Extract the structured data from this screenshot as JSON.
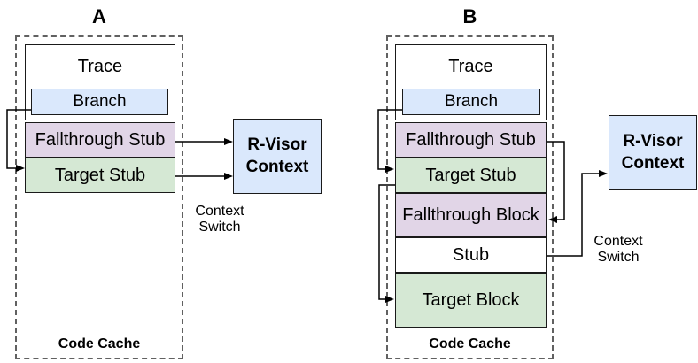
{
  "colors": {
    "blue_fill": "#dae8fc",
    "purple_fill": "#e1d5e7",
    "green_fill": "#d5e8d4",
    "white_fill": "#ffffff",
    "box_border": "#1a1a1a",
    "dashed_border": "#616161",
    "arrow": "#000000",
    "background": "#ffffff"
  },
  "diagram_a": {
    "title": "A",
    "code_cache_label": "Code Cache",
    "blocks": {
      "trace": "Trace",
      "branch": "Branch",
      "fallthrough_stub": "Fallthrough Stub",
      "target_stub": "Target Stub"
    },
    "rvisor_label": "R-Visor Context",
    "context_switch_label": "Context Switch"
  },
  "diagram_b": {
    "title": "B",
    "code_cache_label": "Code Cache",
    "blocks": {
      "trace": "Trace",
      "branch": "Branch",
      "fallthrough_stub": "Fallthrough Stub",
      "target_stub": "Target Stub",
      "fallthrough_block": "Fallthrough Block",
      "stub": "Stub",
      "target_block": "Target Block"
    },
    "rvisor_label": "R-Visor Context",
    "context_switch_label": "Context Switch"
  }
}
